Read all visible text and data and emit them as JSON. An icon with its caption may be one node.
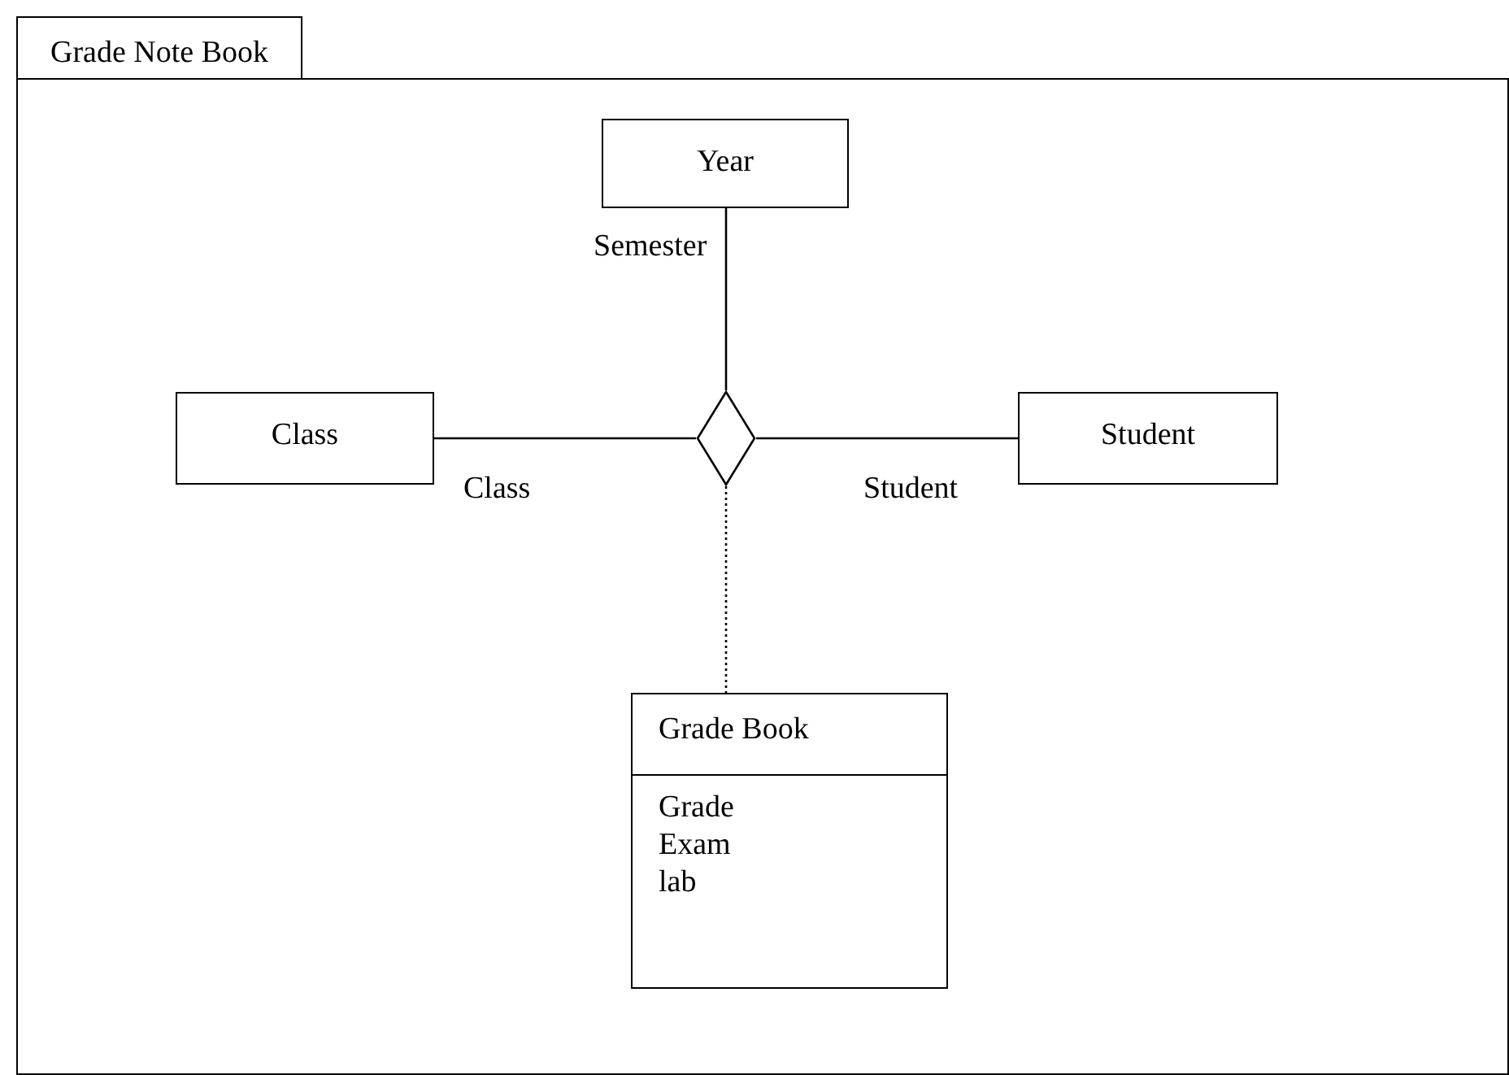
{
  "diagram": {
    "nodes": [
      {
        "text": [
          "Grade Note Book"
        ]
      },
      {
        "text": [
          "Year"
        ],
        "in": 0
      },
      {
        "text": [
          "Class"
        ],
        "in": 0
      },
      {
        "text": [
          "Student"
        ],
        "in": 0
      },
      {
        "text": [],
        "shape": "diamond",
        "in": 0
      },
      {
        "text": [
          "Grade Book",
          "Grade",
          "Exam",
          "lab"
        ],
        "in": 0
      }
    ],
    "edges": [
      {
        "from": 1,
        "to": 4,
        "arrow": "none",
        "label": "Semester"
      },
      {
        "from": 2,
        "to": 4,
        "arrow": "none",
        "label": "Class"
      },
      {
        "from": 3,
        "to": 4,
        "arrow": "none",
        "label": "Student"
      },
      {
        "from": 4,
        "to": 5,
        "arrow": "none",
        "style": "dashed"
      }
    ]
  }
}
